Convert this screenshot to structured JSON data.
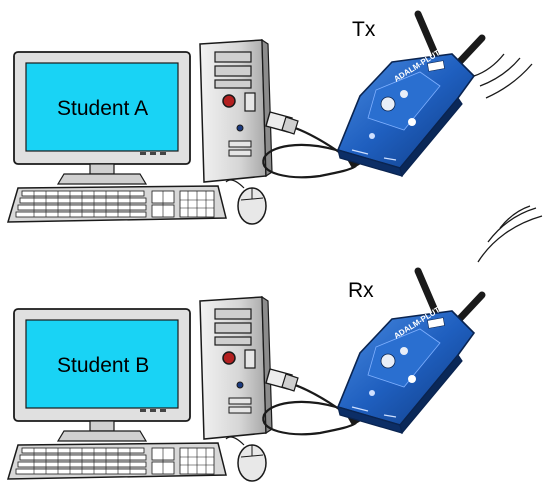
{
  "labels": {
    "tx": "Tx",
    "rx": "Rx"
  },
  "stations": [
    {
      "screen_text": "Student A",
      "device_brand": "ADALM-PLUTO",
      "role": "Tx"
    },
    {
      "screen_text": "Student B",
      "device_brand": "ADALM-PLUTO",
      "role": "Rx"
    }
  ],
  "colors": {
    "screen": "#19d3f5",
    "pluto_blue": "#1f5fbf",
    "pluto_dark": "#123a7a",
    "case_grey": "#d9d9d9",
    "outline": "#1a1a1a"
  },
  "icons": [
    "desktop-computer-icon",
    "keyboard-icon",
    "mouse-icon",
    "usb-cable-icon",
    "sdr-device-icon",
    "antenna-icon",
    "radio-wave-icon"
  ]
}
